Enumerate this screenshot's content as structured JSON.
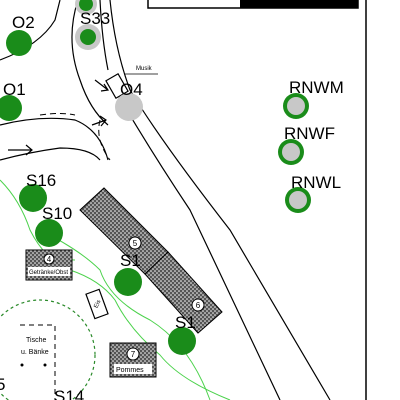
{
  "markers": {
    "o2": "O2",
    "s33": "S33",
    "o1": "O1",
    "o4": "O4",
    "s16": "S16",
    "s10": "S10",
    "s1_partial": "S1",
    "s_bottom_partial": "S1",
    "s14_partial": "S14",
    "rnwm": "RNWM",
    "rnwf": "RNWF",
    "rnwl": "RNWL",
    "left_partial": "5"
  },
  "labels": {
    "musik": "Musik",
    "getraenke_num": "4",
    "getraenke": "Getränke/Obst",
    "stall5_num": "5",
    "stall6_num": "6",
    "stall7_num": "7",
    "pommes": "Pommes",
    "eis": "Eis",
    "tische_line1": "Tische",
    "tische_line2": "u. Bänke"
  },
  "colors": {
    "green_marker": "#1a8c1a",
    "grey_marker": "#c8c8c8",
    "path_green": "#4cd24c",
    "line": "#000000"
  }
}
